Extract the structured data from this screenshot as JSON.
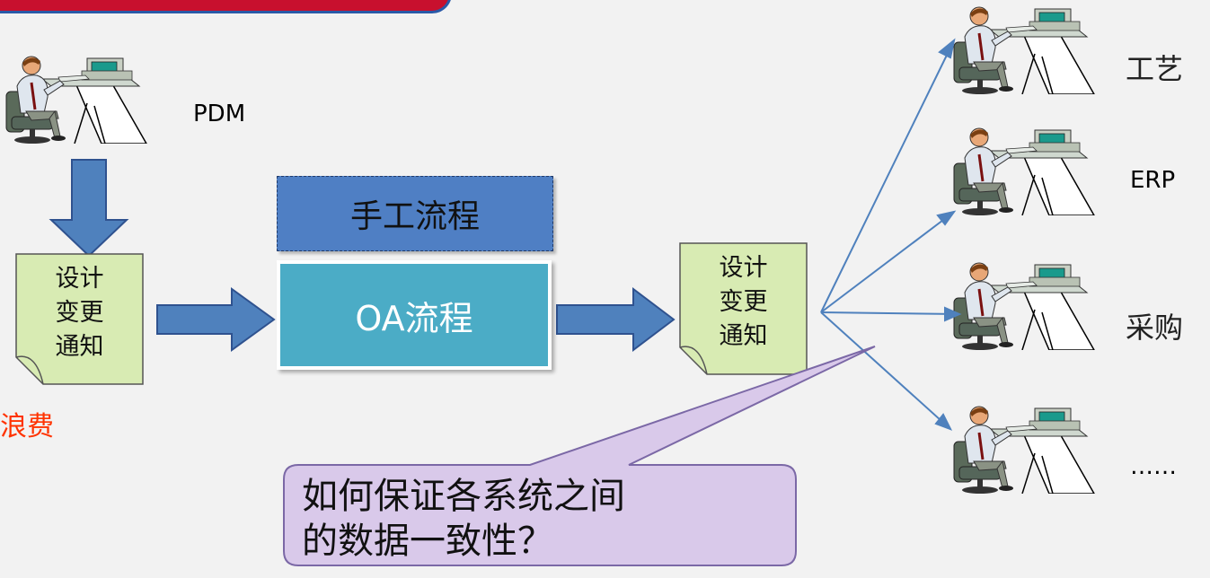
{
  "source_label": "PDM",
  "targets": [
    {
      "label": "工艺"
    },
    {
      "label": "ERP"
    },
    {
      "label": "采购"
    },
    {
      "label": "……"
    }
  ],
  "doc_left": {
    "text": "设计\n变更\n通知"
  },
  "doc_right": {
    "text": "设计\n变更\n通知"
  },
  "manual_process": "手工流程",
  "oa_process": "OA流程",
  "waste_label": "浪费",
  "callout": "如何保证各系统之间\n的数据一致性？",
  "colors": {
    "arrow_fill": "#4f81bd",
    "arrow_stroke": "#2f528f",
    "doc_fill": "#d8ebb3",
    "manual_fill": "#4f7fc4",
    "oa_fill": "#4bacc6",
    "callout_fill": "#d9c9ea",
    "waste_text": "#ff3300",
    "top_bar": "#c8102e"
  },
  "icons": {
    "workstation": "person-at-computer-icon"
  }
}
